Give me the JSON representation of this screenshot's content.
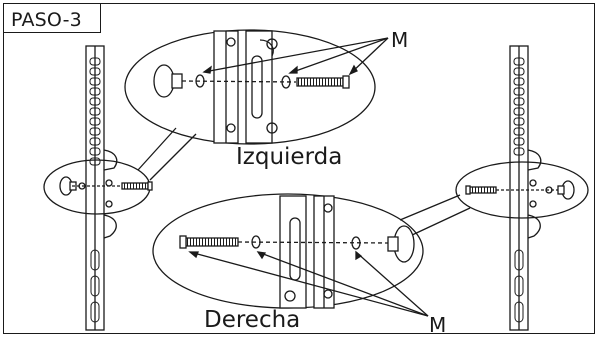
{
  "step": {
    "label": "PASO-3"
  },
  "callouts": {
    "left_label": "Izquierda",
    "right_label": "Derecha",
    "part_upper": "M",
    "part_lower": "M"
  },
  "icons": [
    "bracket-left-icon",
    "bracket-right-icon",
    "knob-icon",
    "bolt-icon",
    "washer-icon"
  ],
  "colors": {
    "line": "#1a1a1a",
    "background": "#ffffff"
  }
}
